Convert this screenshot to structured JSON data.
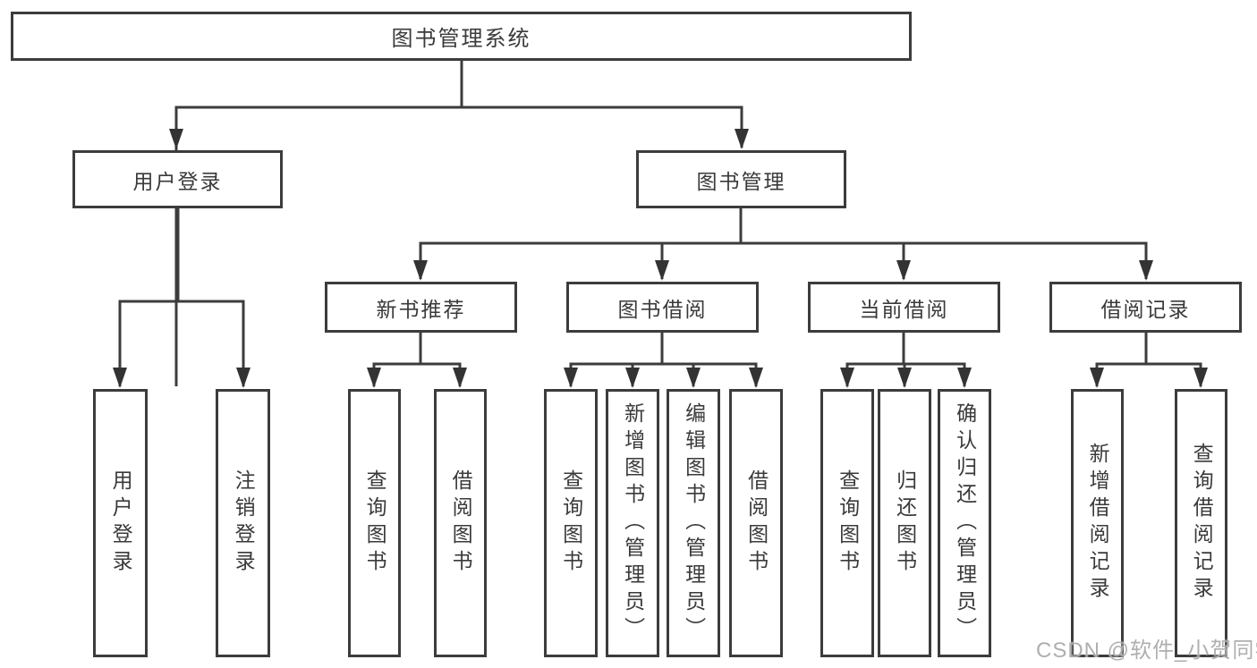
{
  "diagram": {
    "colors": {
      "line": "#3c3c3c",
      "text": "#3a3a3a",
      "background": "#ffffff",
      "watermark": "#a8a8a8"
    },
    "root": {
      "label": "图书管理系统"
    },
    "branches": [
      {
        "label": "用户登录",
        "leaves": [
          {
            "label": "用户登录"
          },
          {
            "label": "注销登录"
          }
        ]
      },
      {
        "label": "图书管理",
        "children": [
          {
            "label": "新书推荐",
            "leaves": [
              {
                "label": "查询图书"
              },
              {
                "label": "借阅图书"
              }
            ]
          },
          {
            "label": "图书借阅",
            "leaves": [
              {
                "label": "查询图书"
              },
              {
                "label": "新增图书（管理员）"
              },
              {
                "label": "编辑图书（管理员）"
              },
              {
                "label": "借阅图书"
              }
            ]
          },
          {
            "label": "当前借阅",
            "leaves": [
              {
                "label": "查询图书"
              },
              {
                "label": "归还图书"
              },
              {
                "label": "确认归还（管理员）"
              }
            ]
          },
          {
            "label": "借阅记录",
            "leaves": [
              {
                "label": "新增借阅记录"
              },
              {
                "label": "查询借阅记录"
              }
            ]
          }
        ]
      }
    ],
    "watermark": "CSDN @软件_小贺同学"
  }
}
